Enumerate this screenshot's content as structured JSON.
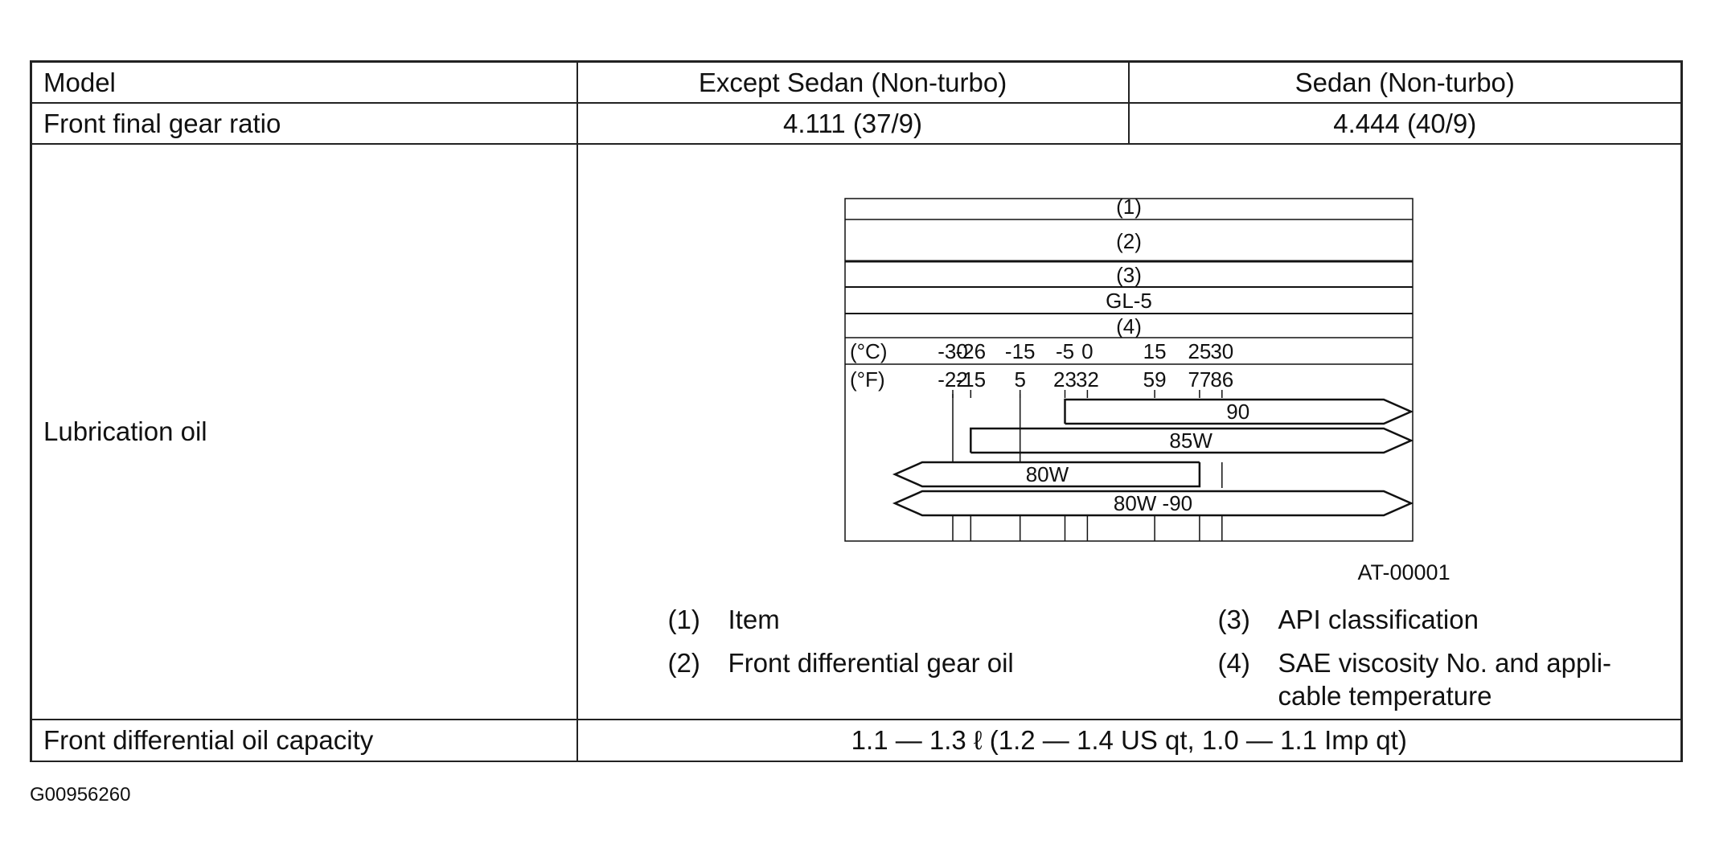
{
  "table": {
    "row_model": {
      "label": "Model",
      "col1": "Except Sedan (Non-turbo)",
      "col2": "Sedan (Non-turbo)"
    },
    "row_ratio": {
      "label": "Front final gear ratio",
      "col1": "4.111 (37/9)",
      "col2": "4.444 (40/9)"
    },
    "row_oil": {
      "label": "Lubrication oil"
    },
    "row_capacity": {
      "label": "Front differential oil capacity",
      "value": "1.1 — 1.3 ℓ (1.2 — 1.4 US qt, 1.0 — 1.1 Imp qt)"
    }
  },
  "diagram": {
    "rows": {
      "item": "(1)",
      "oil": "(2)",
      "api": "(3)",
      "api_value": "GL-5",
      "sae": "(4)"
    },
    "celsius_label": "(°C)",
    "fahrenheit_label": "(°F)",
    "celsius_ticks": [
      "-30",
      "-26",
      "-15",
      "-5",
      "0",
      "15",
      "25",
      "30"
    ],
    "fahrenheit_ticks": [
      "-22",
      "-15",
      "5",
      "23",
      "32",
      "59",
      "77",
      "86"
    ],
    "grades": [
      {
        "name": "90",
        "from_c": -5,
        "to_c": null
      },
      {
        "name": "85W",
        "from_c": -26,
        "to_c": null
      },
      {
        "name": "80W",
        "from_c": null,
        "to_c": 25
      },
      {
        "name": "80W -90",
        "from_c": null,
        "to_c": null
      }
    ],
    "figure_code": "AT-00001"
  },
  "legend": [
    {
      "num": "(1)",
      "text": "Item"
    },
    {
      "num": "(2)",
      "text": "Front differential gear oil"
    },
    {
      "num": "(3)",
      "text": "API classification"
    },
    {
      "num": "(4)",
      "text": "SAE viscosity No. and appli-cable temperature"
    }
  ],
  "doc_id": "G00956260"
}
